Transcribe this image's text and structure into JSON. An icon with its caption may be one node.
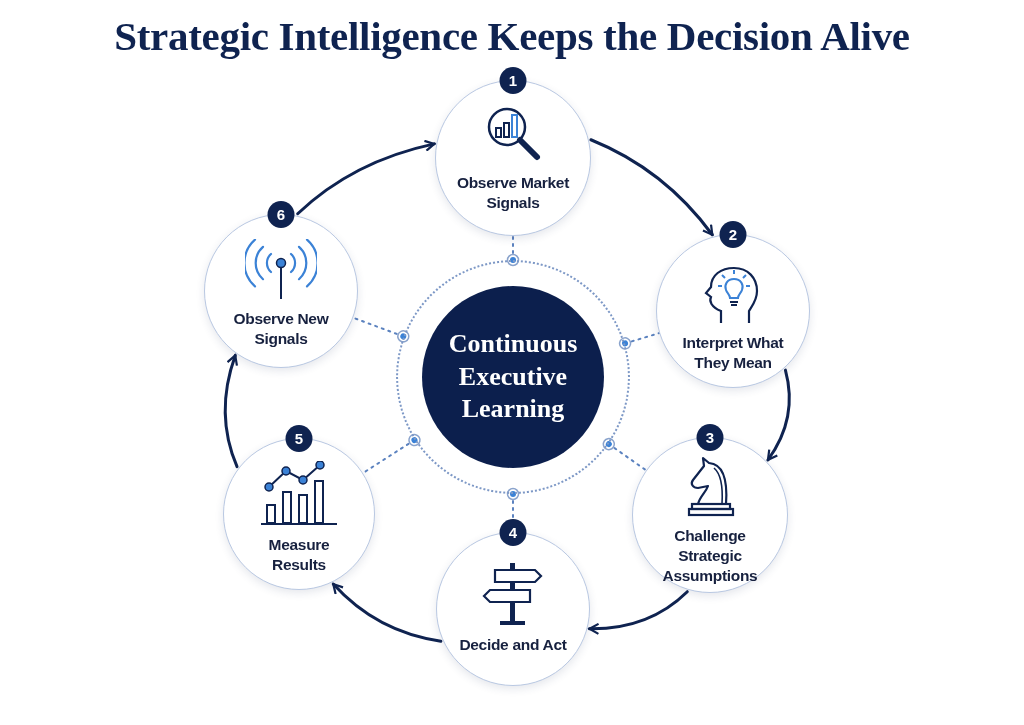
{
  "diagram": {
    "title": "Strategic Intelligence Keeps the Decision Alive",
    "nodes": [
      {
        "text": [
          "1",
          "Observe Market Signals"
        ]
      },
      {
        "text": [
          "2",
          "Interpret What They Mean"
        ]
      },
      {
        "text": [
          "3",
          "Challenge Strategic Assumptions"
        ]
      },
      {
        "text": [
          "4",
          "Decide and Act"
        ]
      },
      {
        "text": [
          "5",
          "Measure Results"
        ]
      },
      {
        "text": [
          "6",
          "Observe New Signals"
        ]
      },
      {
        "text": [
          "Continuous Executive Learning"
        ]
      }
    ],
    "edges": [
      {
        "from": 0,
        "to": 1,
        "arrow": "to"
      },
      {
        "from": 1,
        "to": 2,
        "arrow": "to"
      },
      {
        "from": 2,
        "to": 3,
        "arrow": "to"
      },
      {
        "from": 3,
        "to": 4,
        "arrow": "to"
      },
      {
        "from": 4,
        "to": 5,
        "arrow": "to"
      },
      {
        "from": 5,
        "to": 0,
        "arrow": "to"
      },
      {
        "from": 6,
        "to": 0,
        "arrow": "other",
        "style": "dashed",
        "color": "#5b82bf"
      },
      {
        "from": 6,
        "to": 1,
        "arrow": "other",
        "style": "dashed",
        "color": "#5b82bf"
      },
      {
        "from": 6,
        "to": 2,
        "arrow": "other",
        "style": "dashed",
        "color": "#5b82bf"
      },
      {
        "from": 6,
        "to": 3,
        "arrow": "other",
        "style": "dashed",
        "color": "#5b82bf"
      },
      {
        "from": 6,
        "to": 4,
        "arrow": "other",
        "style": "dashed",
        "color": "#5b82bf"
      },
      {
        "from": 6,
        "to": 5,
        "arrow": "other",
        "style": "dashed",
        "color": "#5b82bf"
      }
    ]
  }
}
